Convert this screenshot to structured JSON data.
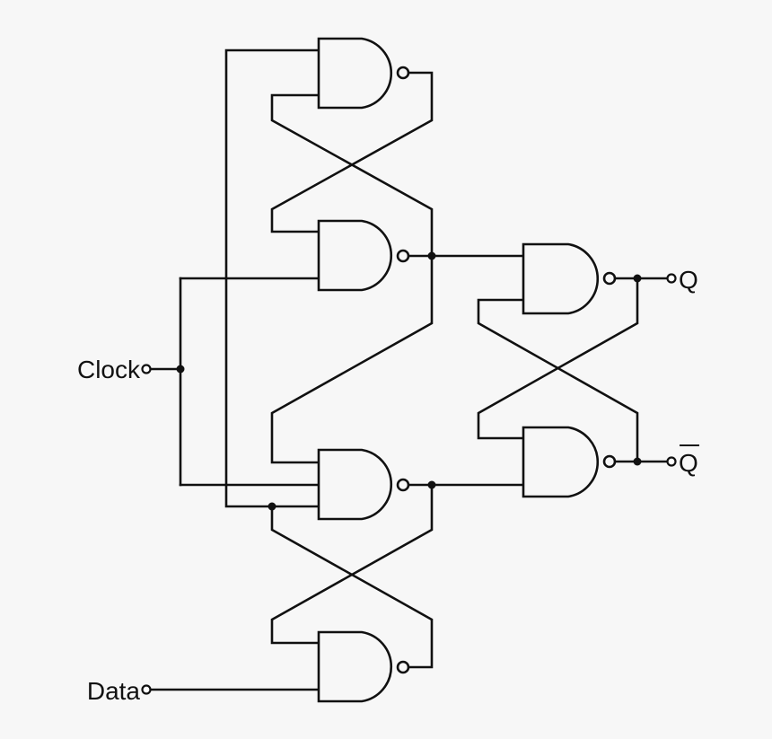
{
  "labels": {
    "clock": "Clock",
    "data": "Data",
    "q": "Q",
    "q_bar": "Q"
  }
}
